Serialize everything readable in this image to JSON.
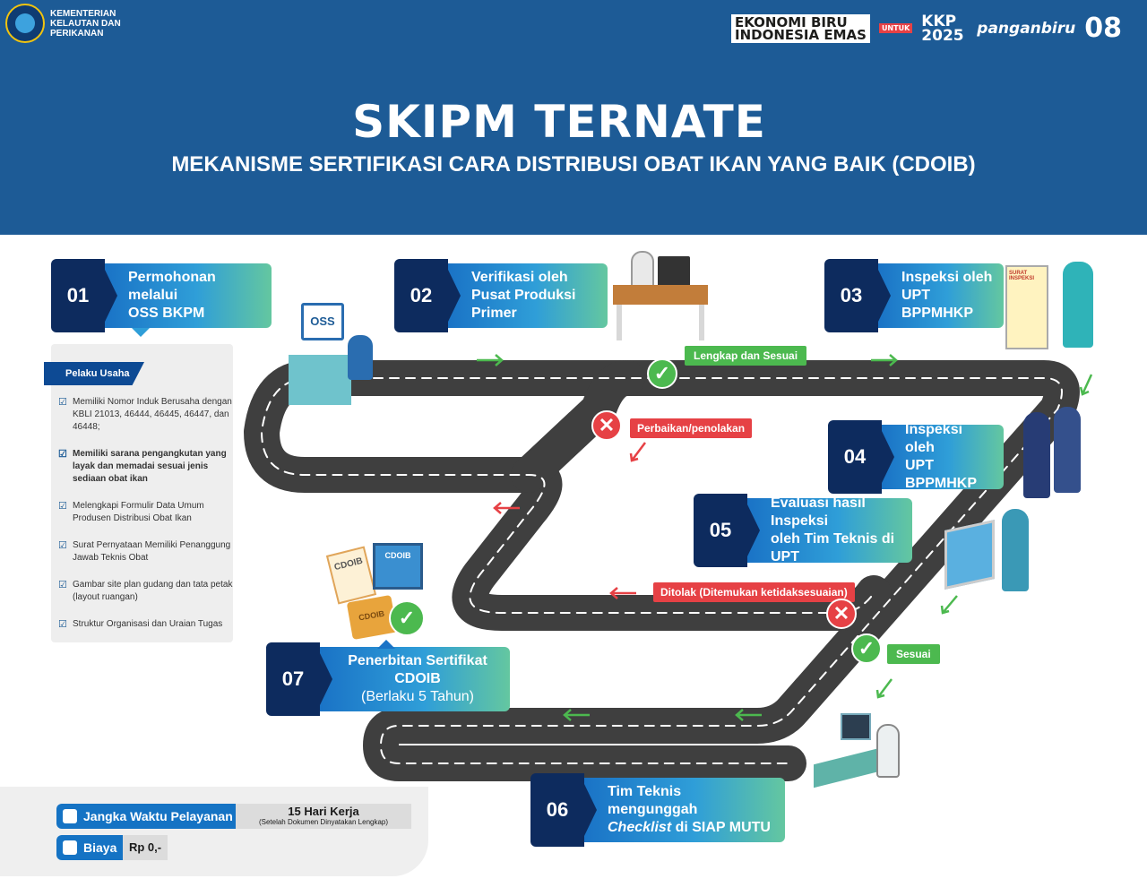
{
  "header": {
    "ministry_name": "KEMENTERIAN KELAUTAN DAN PERIKANAN",
    "partner_logos": [
      "EKONOMI BIRU",
      "UNTUK",
      "INDONESIA EMAS",
      "KKP 2025",
      "panganbiru",
      "08"
    ],
    "title": "SKIPM TERNATE",
    "subtitle": "MEKANISME SERTIFIKASI CARA DISTRIBUSI  OBAT IKAN YANG BAIK  (CDOIB)"
  },
  "steps": [
    {
      "num": "01",
      "line1": "Permohonan melalui",
      "line2": "OSS BKPM"
    },
    {
      "num": "02",
      "line1": "Verifikasi oleh",
      "line2": "Pusat Produksi Primer"
    },
    {
      "num": "03",
      "line1": "Inspeksi oleh",
      "line2": "UPT BPPMHKP"
    },
    {
      "num": "04",
      "line1": "Inspeksi oleh",
      "line2": "UPT BPPMHKP"
    },
    {
      "num": "05",
      "line1": "Evaluasi hasil Inspeksi",
      "line2": "oleh Tim Teknis di UPT"
    },
    {
      "num": "06",
      "line1": "Tim Teknis mengunggah",
      "line2_italic": "Checklist",
      "line2_rest": " di  SIAP MUTU"
    },
    {
      "num": "07",
      "line1": "Penerbitan Sertifikat CDOIB",
      "line2": "(Berlaku 5 Tahun)"
    }
  ],
  "requirements": {
    "tag": "Pelaku Usaha",
    "items": [
      "Memiliki Nomor Induk Berusaha dengan KBLI 21013, 46444, 46445, 46447, dan 46448;",
      "Memiliki sarana pengangkutan yang layak dan memadai sesuai jenis sediaan obat ikan",
      "Melengkapi Formulir Data Umum Produsen Distribusi Obat Ikan",
      "Surat Pernyataan Memiliki Penanggung Jawab Teknis Obat",
      "Gambar site plan gudang dan tata petak (layout ruangan)",
      "Struktur Organisasi dan Uraian Tugas"
    ]
  },
  "labels": {
    "lengkap": "Lengkap dan Sesuai",
    "perbaikan": "Perbaikan/penolakan",
    "ditolak": "Ditolak (Ditemukan ketidaksesuaian)",
    "sesuai": "Sesuai"
  },
  "illustrations": {
    "oss": "OSS",
    "surat": "SURAT INSPEKSI",
    "cdoib1": "CDOIB",
    "cdoib2": "CDOIB",
    "cdoib3": "CDOIB"
  },
  "service": {
    "duration_label": "Jangka Waktu Pelayanan",
    "duration_value": "15 Hari Kerja",
    "duration_note": "(Setelah Dokumen Dinyatakan Lengkap)",
    "cost_label": "Biaya",
    "cost_value": "Rp 0,-"
  },
  "colors": {
    "header_bg": "#1d5b96",
    "step_dark": "#0d2b5e",
    "ok_green": "#4cb94f",
    "reject_red": "#e64145",
    "road": "#4a4a4a"
  }
}
